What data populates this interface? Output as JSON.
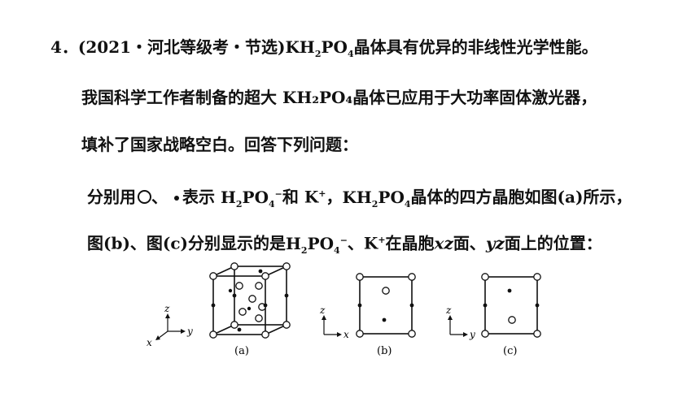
{
  "question": {
    "number": "4．",
    "source": "(2021・河北等级考・节选)",
    "intro_rest": "晶体具有优异的非线性光学性能。",
    "line2": "我国科学工作者制备的超大 KH₂PO₄晶体已应用于大功率固体激光器，",
    "line3": "填补了国家战略空白。回答下列问题：",
    "line4_a": "分别用",
    "line4_sep": "、",
    "line4_b": "表示",
    "line4_c": "和 K",
    "line4_d": "，",
    "line4_e": "晶体的四方晶胞如图(a)所示，",
    "line5_a": "图(b)、图(c)分别显示的是",
    "line5_b": "、K",
    "line5_c": "在晶胞",
    "line5_xz": "xz",
    "line5_d": "面、",
    "line5_yz": "yz",
    "line5_e": "面上的位置："
  },
  "formula": {
    "K": "K",
    "H": "H",
    "P": "PO",
    "sub2": "2",
    "sub4": "4",
    "minus": "−",
    "plus": "+"
  },
  "figures": {
    "a_caption": "(a)",
    "b_caption": "(b)",
    "c_caption": "(c)",
    "axis_z": "z",
    "axis_x": "x",
    "axis_y": "y"
  }
}
